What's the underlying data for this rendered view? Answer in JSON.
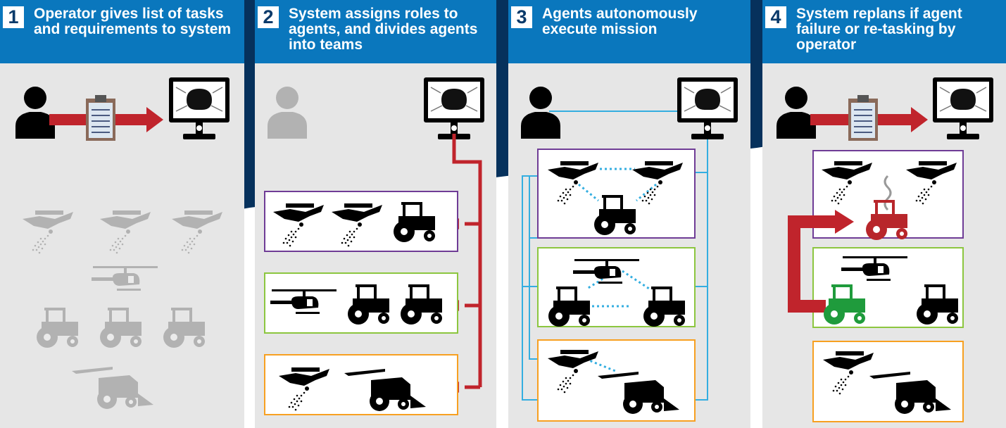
{
  "steps": [
    {
      "number": "1",
      "title": "Operator gives list of tasks and requirements to system"
    },
    {
      "number": "2",
      "title": "System assigns roles to agents, and divides agents into teams"
    },
    {
      "number": "3",
      "title": "Agents autonomously execute mission"
    },
    {
      "number": "4",
      "title": "System replans if agent failure or re-tasking by operator"
    }
  ],
  "colors": {
    "header_blue": "#0a77bd",
    "navy": "#06315c",
    "panel_gray": "#e6e6e6",
    "arrow_red": "#c0242c",
    "link_blue": "#34aee0",
    "team_purple": "#6f3c96",
    "team_green": "#8cc63f",
    "team_orange": "#f7a021",
    "failed_red": "#b8262b",
    "reassigned_green": "#1f9b3c"
  },
  "icons": [
    "operator-silhouette-icon",
    "clipboard-icon",
    "ai-brain-monitor-icon",
    "crop-duster-plane-icon",
    "helicopter-icon",
    "tractor-icon",
    "combine-harvester-icon",
    "smoke-icon"
  ]
}
